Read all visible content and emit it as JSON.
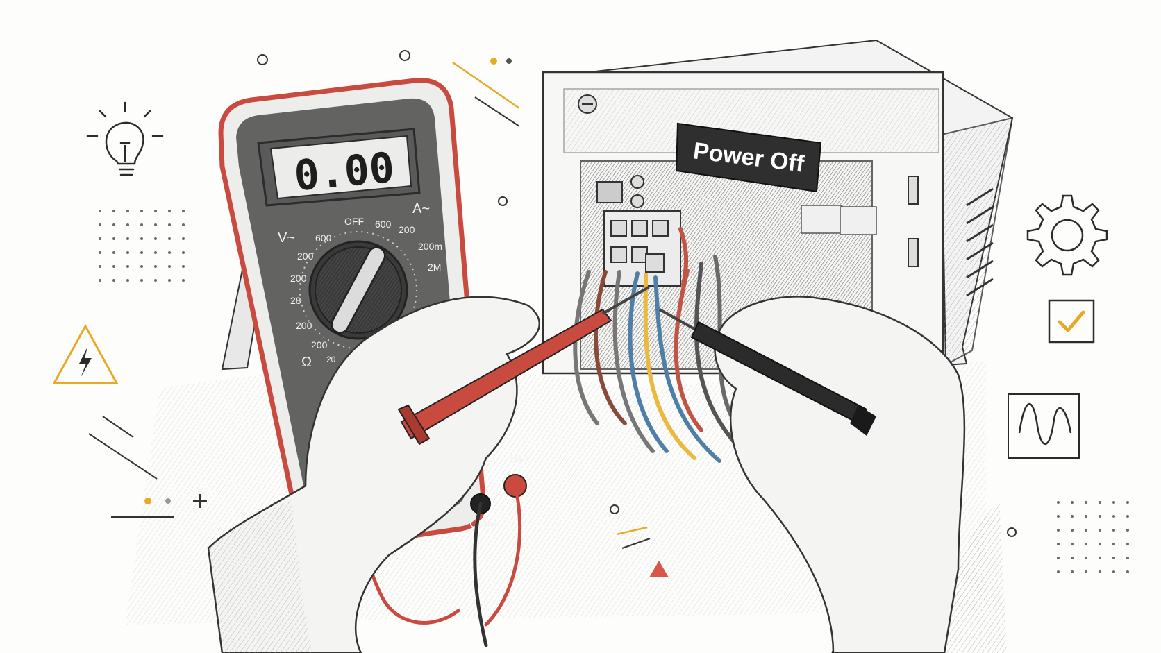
{
  "multimeter": {
    "display_reading": "0.00",
    "dial_labels": {
      "v_ac": "V~",
      "a_ac": "A~",
      "off": "OFF",
      "v600_left": "600",
      "v600_right": "600",
      "l200_a": "200",
      "l200_b": "200",
      "l200_c": "200",
      "l200_d": "200",
      "l200_right": "200",
      "l20": "20",
      "ohm": "Ω",
      "m200": "200m",
      "m2": "2M",
      "l28": "28"
    },
    "jacks": {
      "amp": "10A",
      "com": "COM"
    }
  },
  "device": {
    "panel_label": "Power Off"
  },
  "colors": {
    "accent_yellow": "#e9a825",
    "probe_red": "#c9473d",
    "ink": "#2b2b2b",
    "label_bg": "#2f2f2f"
  },
  "icons": [
    "lightbulb-icon",
    "high-voltage-warning-icon",
    "gear-icon",
    "checkbox-checked-icon",
    "waveform-icon"
  ]
}
